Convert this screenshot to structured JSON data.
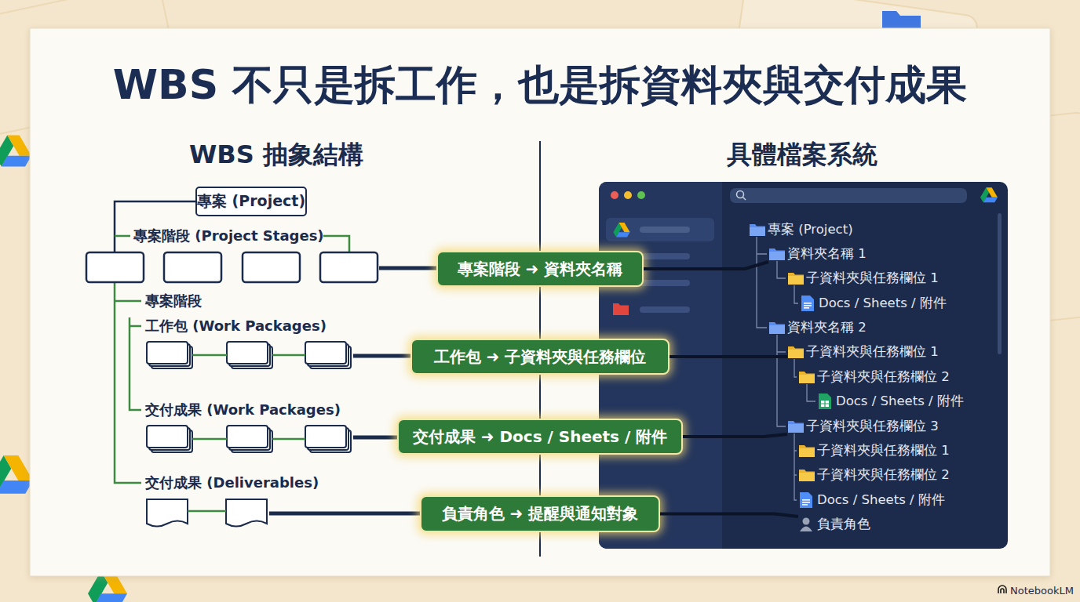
{
  "diagram": {
    "title": "WBS 不只是拆工作，也是拆資料夾與交付成果",
    "nodes": [
      {
        "text": [
          "專案 (Project)"
        ]
      },
      {
        "text": [
          "專案階段 ➜ 資料夾名稱"
        ]
      },
      {
        "text": [
          "工作包 ➜ 子資料夾與任務欄位"
        ]
      },
      {
        "text": [
          "交付成果 ➜ Docs / Sheets / 附件"
        ]
      },
      {
        "text": [
          "負責角色 ➜ 提醒與通知對象"
        ]
      },
      {
        "text": [
          "專案 (Project)"
        ]
      },
      {
        "text": [
          "資料夾名稱 1"
        ]
      },
      {
        "text": [
          "子資料夾與任務欄位 1"
        ]
      },
      {
        "text": [
          "Docs / Sheets / 附件"
        ]
      },
      {
        "text": [
          "資料夾名稱 2"
        ]
      },
      {
        "text": [
          "子資料夾與任務欄位 1"
        ]
      },
      {
        "text": [
          "子資料夾與任務欄位 2"
        ]
      },
      {
        "text": [
          "Docs / Sheets / 附件"
        ]
      },
      {
        "text": [
          "子資料夾與任務欄位 3"
        ]
      },
      {
        "text": [
          "子資料夾與任務欄位 1"
        ]
      },
      {
        "text": [
          "子資料夾與任務欄位 2"
        ]
      },
      {
        "text": [
          "Docs / Sheets / 附件"
        ]
      },
      {
        "text": [
          "負責角色"
        ]
      }
    ],
    "edges": [
      {
        "from": 1,
        "to": 6,
        "arrow": "none"
      },
      {
        "from": 2,
        "to": 10,
        "arrow": "none"
      },
      {
        "from": 3,
        "to": 13,
        "arrow": "none"
      },
      {
        "from": 4,
        "to": 17,
        "arrow": "none"
      }
    ],
    "labels": [
      "WBS 抽象結構",
      "具體檔案系統",
      "專案階段 (Project Stages)",
      "專案階段",
      "工作包 (Work Packages)",
      "交付成果 (Work Packages)",
      "交付成果 (Deliverables)",
      "NotebookLM"
    ]
  }
}
